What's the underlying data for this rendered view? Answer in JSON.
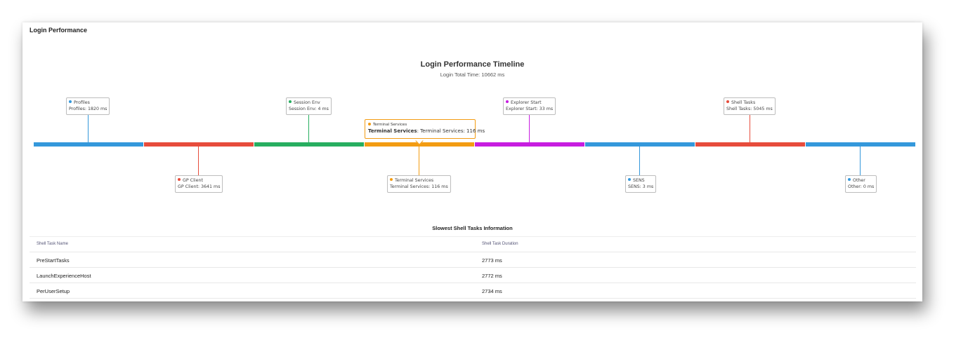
{
  "panel": {
    "title": "Login Performance"
  },
  "timeline": {
    "title": "Login Performance Timeline",
    "subtitle": "Login Total Time: 10662 ms",
    "segments": [
      {
        "name": "Profiles",
        "label": "Profiles: 1820 ms",
        "color": "#3498db"
      },
      {
        "name": "GP Client",
        "label": "GP Client: 3641 ms",
        "color": "#e74c3c"
      },
      {
        "name": "Session Env",
        "label": "Session Env: 4 ms",
        "color": "#27ae60"
      },
      {
        "name": "Terminal Services",
        "label": "Terminal Services: 116 ms",
        "color": "#f39c12"
      },
      {
        "name": "Explorer Start",
        "label": "Explorer Start: 33 ms",
        "color": "#c71de0"
      },
      {
        "name": "SENS",
        "label": "SENS: 3 ms",
        "color": "#3498db"
      },
      {
        "name": "Shell Tasks",
        "label": "Shell Tasks: 5045 ms",
        "color": "#e74c3c"
      },
      {
        "name": "Other",
        "label": "Other: 0 ms",
        "color": "#3498db"
      }
    ],
    "tooltip": {
      "title": "Terminal Services",
      "key": "Terminal Services",
      "value": ": Terminal Services: 116 ms"
    }
  },
  "table": {
    "title": "Slowest Shell Tasks Information",
    "headers": [
      "Shell Task Name",
      "Shell Task Duration"
    ],
    "rows": [
      [
        "PreStartTasks",
        "2773 ms"
      ],
      [
        "LaunchExperienceHost",
        "2772 ms"
      ],
      [
        "PerUserSetup",
        "2734 ms"
      ]
    ]
  }
}
